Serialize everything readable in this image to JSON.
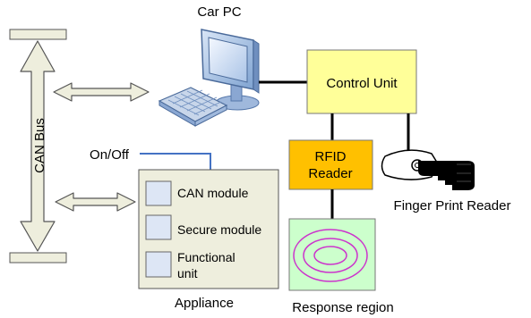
{
  "labels": {
    "car_pc": "Car PC",
    "control_unit": "Control Unit",
    "can_bus": "CAN Bus",
    "on_off": "On/Off",
    "rfid_line1": "RFID",
    "rfid_line2": "Reader",
    "finger_print_reader": "Finger Print Reader",
    "can_module": "CAN module",
    "secure_module": "Secure module",
    "functional_line1": "Functional",
    "functional_line2": "unit",
    "appliance": "Appliance",
    "response_region": "Response region"
  },
  "icons": {
    "computer": "computer-icon",
    "keyboard": "keyboard-icon",
    "fingerprint": "fingerprint-scanner-icon"
  },
  "colors": {
    "control_unit_fill": "#ffff99",
    "rfid_fill": "#ffc000",
    "response_region_fill": "#ccffcc",
    "response_region_rings": "#cc33cc",
    "appliance_fill": "#eeeedd",
    "module_fill": "#dde6f5",
    "on_off_line": "#4472c4",
    "arrow_fill": "#eeeedd"
  }
}
